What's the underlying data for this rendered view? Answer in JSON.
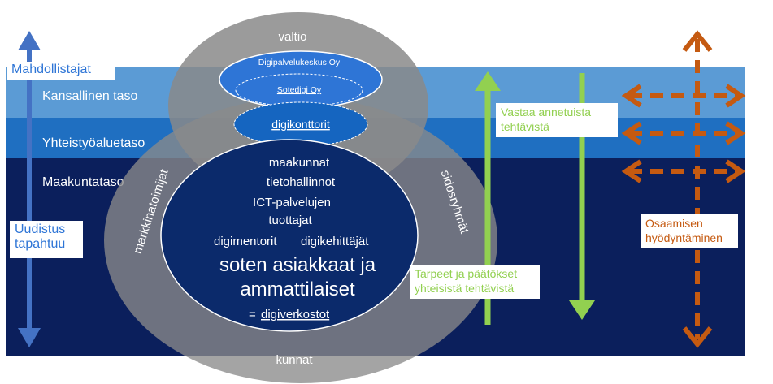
{
  "bands": {
    "national": "Kansallinen taso",
    "cooperation": "Yhteistyöaluetaso",
    "regional": "Maakuntataso"
  },
  "circles": {
    "top_label": "valtio",
    "bottom_label": "kunnat",
    "left_label": "markkinatoimijat",
    "right_label": "sidosryhmät",
    "top_outer": "Digipalvelukeskus Oy",
    "top_inner": "Sotedigi Oy",
    "middle": "digikonttorit"
  },
  "core": {
    "line1": "maakunnat",
    "line2": "tietohallinnot",
    "line3": "ICT-palvelujen",
    "line4": "tuottajat",
    "line5a": "digimentorit",
    "line5b": "digikehittäjät",
    "line6": "soten asiakkaat ja",
    "line7": "ammattilaiset",
    "line8_prefix": "=",
    "line8_link": "digiverkostot"
  },
  "labels": {
    "opportunities": "Mahdollistajat",
    "renewal_1": "Uudistus",
    "renewal_2": "tapahtuu",
    "responsible_1": "Vastaa annetuista",
    "responsible_2": "tehtävistä",
    "needs_1": "Tarpeet ja päätökset",
    "needs_2": "yhteisistä tehtävistä",
    "expertise_1": "Osaamisen",
    "expertise_2": "hyödyntäminen"
  },
  "colors": {
    "band_national": "#5b9bd5",
    "band_cooperation": "#1f6fc1",
    "band_regional": "#0b1f5c",
    "blue_arrow": "#4472c4",
    "green_arrow": "#92d050",
    "orange_arrow": "#c55a11",
    "core_fill": "#0b2a6b"
  }
}
